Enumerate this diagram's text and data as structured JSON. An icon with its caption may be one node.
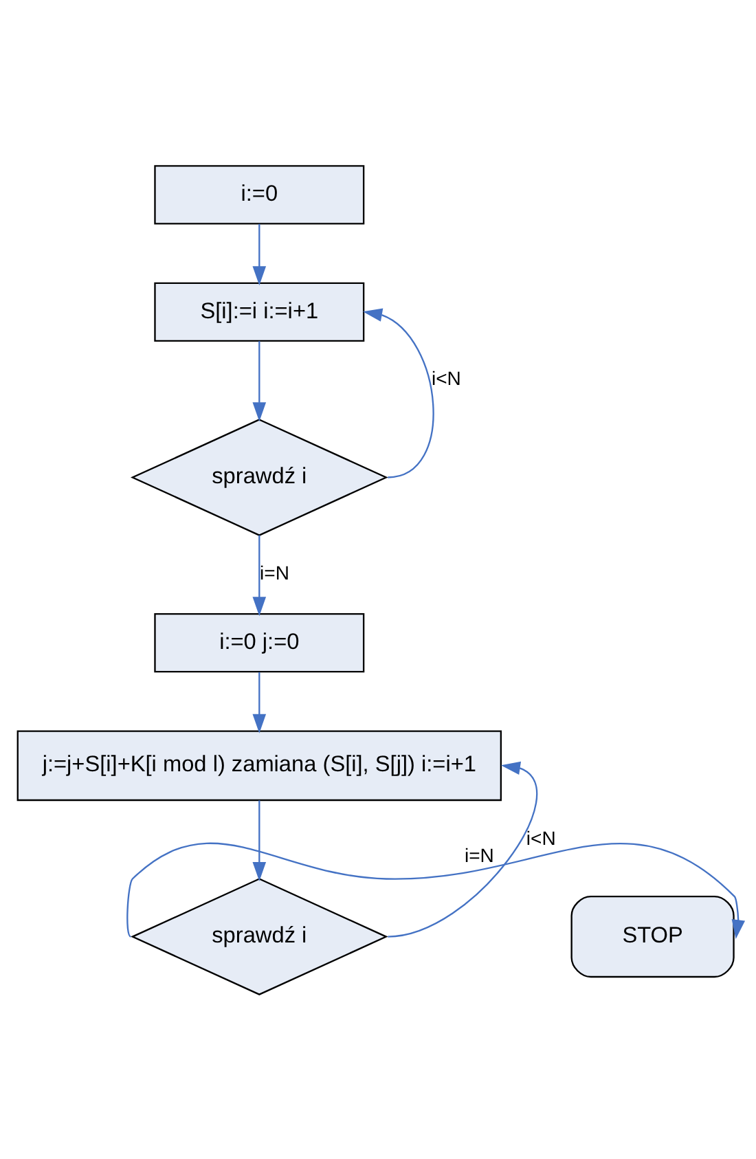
{
  "diagram": {
    "nodes": [
      {
        "text": [
          "i:=0"
        ]
      },
      {
        "text": [
          "S[i]:=i i:=i+1"
        ]
      },
      {
        "text": [
          "sprawdź i"
        ]
      },
      {
        "text": [
          "i:=0 j:=0"
        ]
      },
      {
        "text": [
          "j:=j+S[i]+K[i mod l) zamiana (S[i], S[j]) i:=i+1"
        ]
      },
      {
        "text": [
          "sprawdź i"
        ]
      },
      {
        "text": [
          "STOP"
        ]
      }
    ],
    "edges": [
      {
        "from": 0,
        "to": 1,
        "arrow": "to"
      },
      {
        "from": 1,
        "to": 2,
        "arrow": "to"
      },
      {
        "from": 2,
        "to": 1,
        "label": "i<N",
        "arrow": "to"
      },
      {
        "from": 2,
        "to": 3,
        "label": "i=N",
        "arrow": "to"
      },
      {
        "from": 3,
        "to": 4,
        "arrow": "to"
      },
      {
        "from": 4,
        "to": 5,
        "arrow": "to"
      },
      {
        "from": 5,
        "to": 4,
        "label": "i<N",
        "arrow": "to"
      },
      {
        "from": 5,
        "to": 6,
        "label": "i=N",
        "arrow": "to"
      }
    ]
  }
}
